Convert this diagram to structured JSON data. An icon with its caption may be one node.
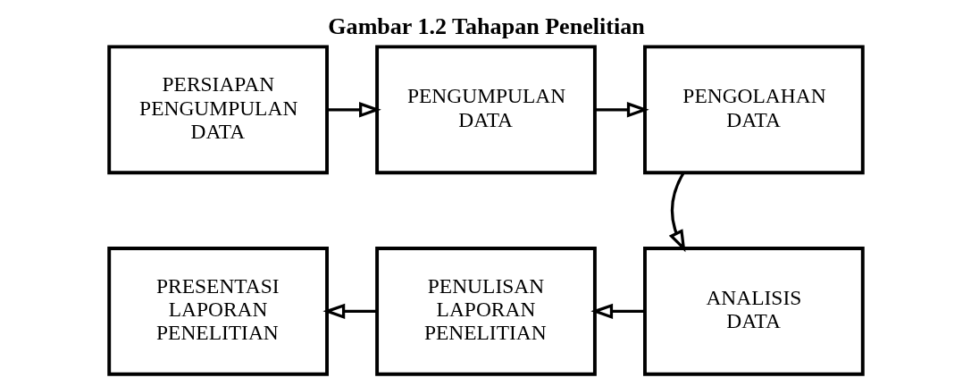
{
  "diagram": {
    "title": "Gambar 1.2 Tahapan Penelitian",
    "nodes": [
      {
        "text": [
          "PERSIAPAN PENGUMPULAN DATA"
        ]
      },
      {
        "text": [
          "PENGUMPULAN DATA"
        ]
      },
      {
        "text": [
          "PENGOLAHAN DATA"
        ]
      },
      {
        "text": [
          "ANALISIS DATA"
        ]
      },
      {
        "text": [
          "PENULISAN LAPORAN PENELITIAN"
        ]
      },
      {
        "text": [
          "PRESENTASI LAPORAN PENELITIAN"
        ]
      }
    ],
    "edges": [
      {
        "from": 0,
        "to": 1,
        "arrow": "to"
      },
      {
        "from": 1,
        "to": 2,
        "arrow": "to"
      },
      {
        "from": 2,
        "to": 3,
        "arrow": "to"
      },
      {
        "from": 3,
        "to": 4,
        "arrow": "to"
      },
      {
        "from": 4,
        "to": 5,
        "arrow": "to"
      }
    ]
  }
}
